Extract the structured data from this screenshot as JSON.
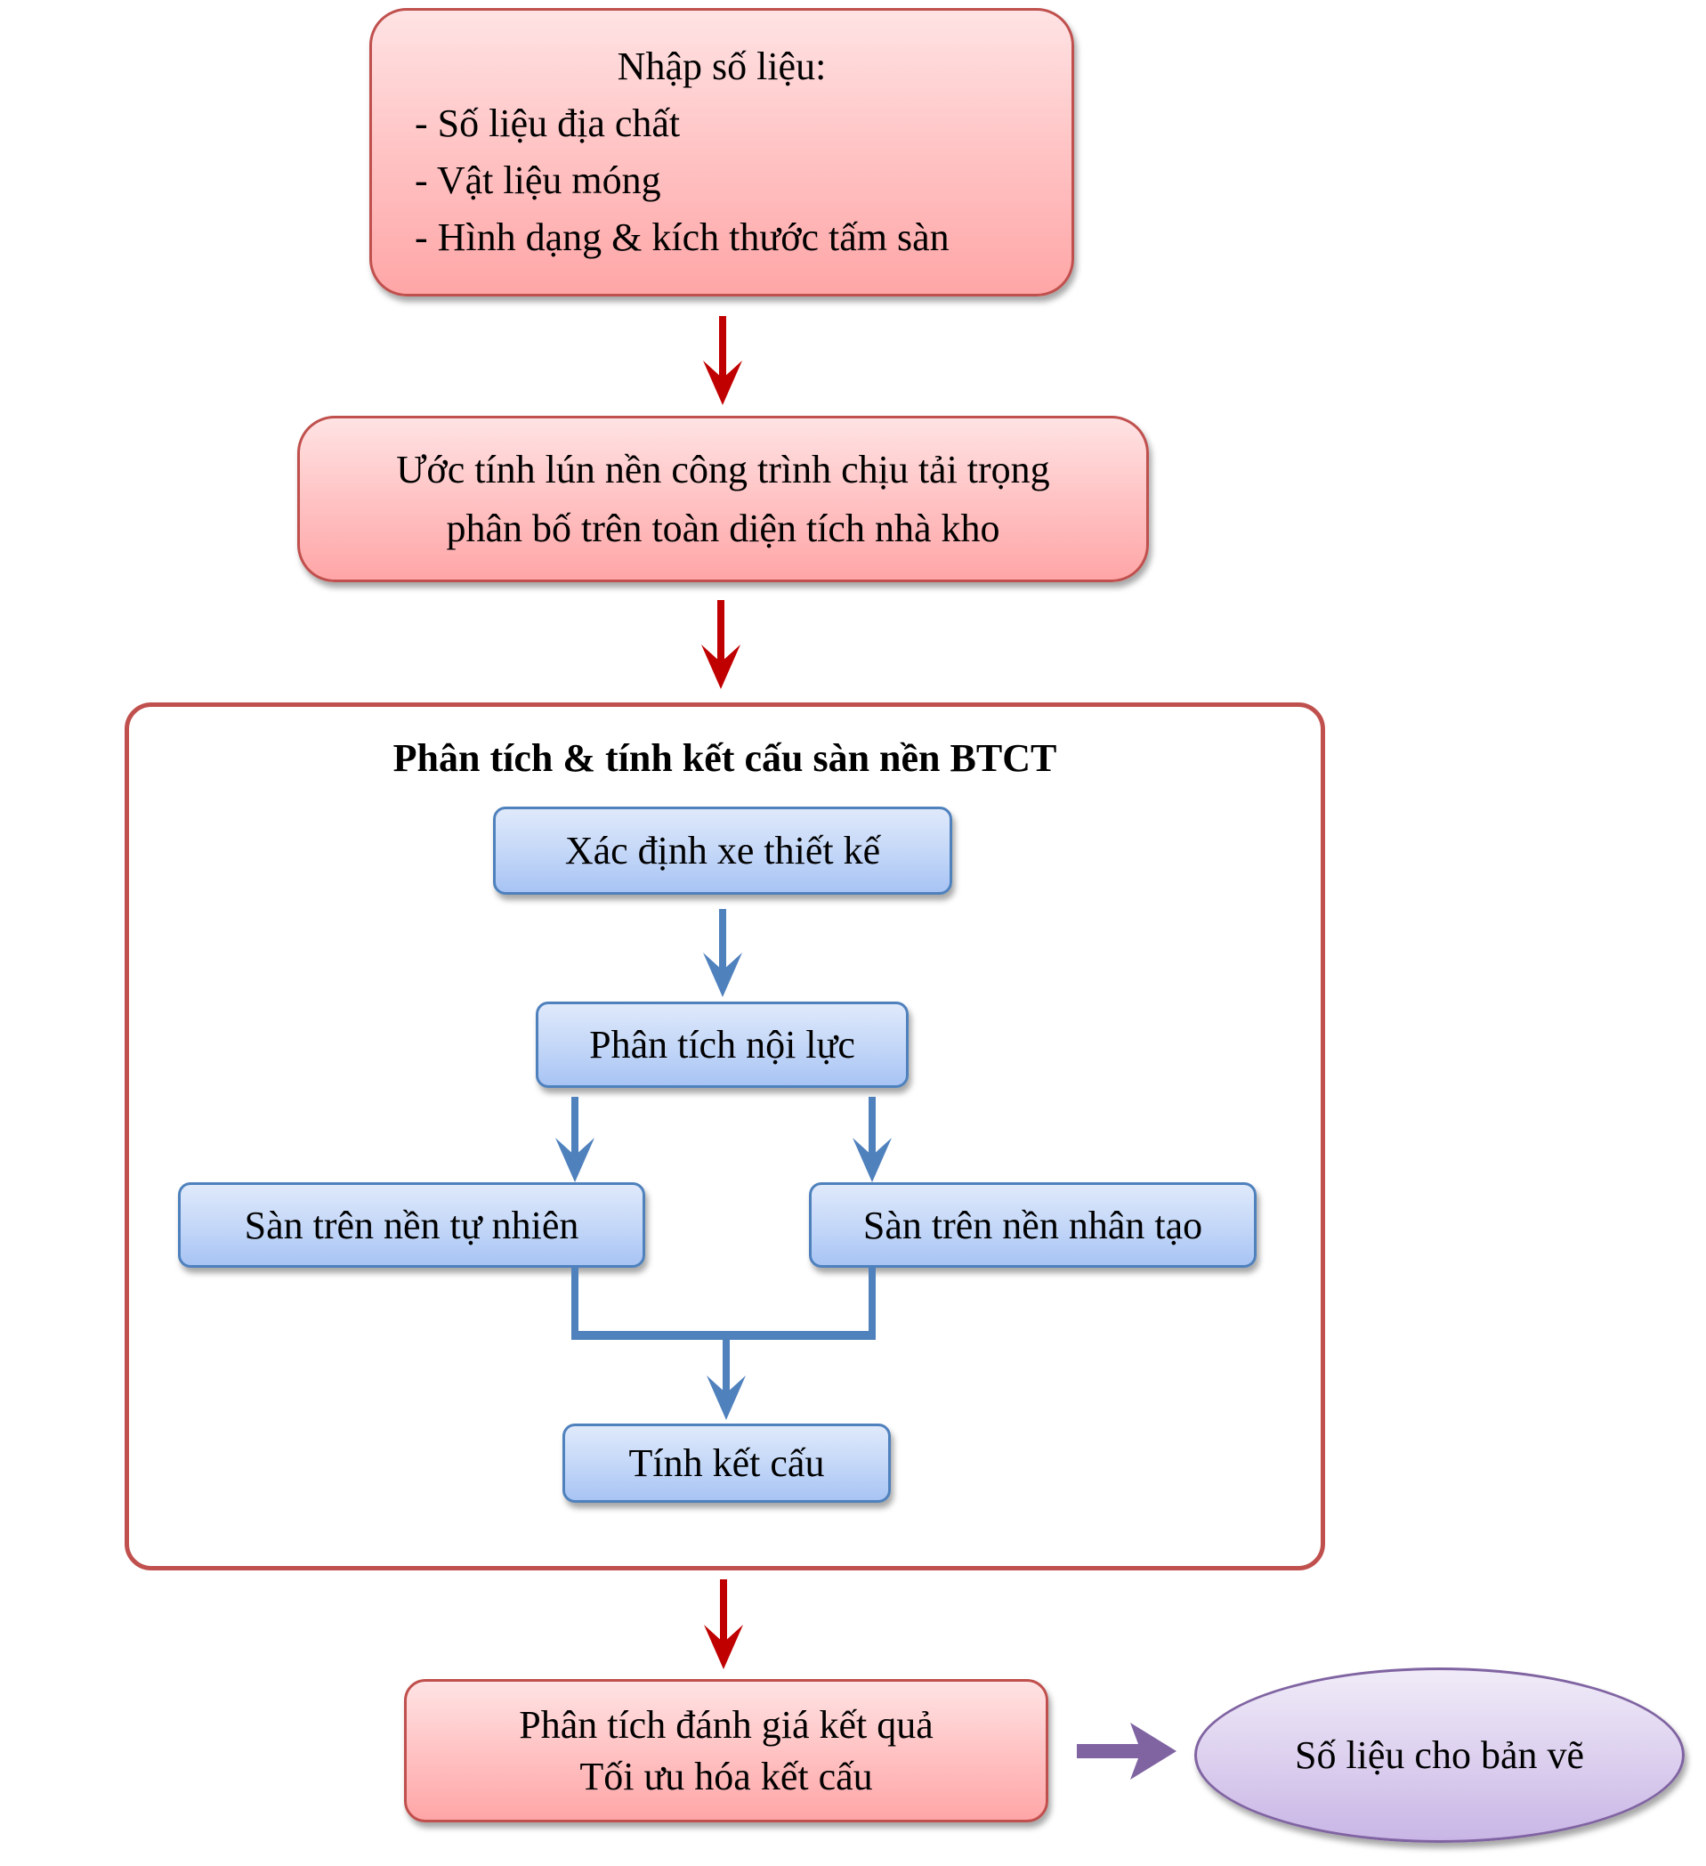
{
  "input_box": {
    "heading": "Nhập số liệu:",
    "items": [
      "- Số liệu địa chất",
      "- Vật liệu móng",
      "- Hình dạng & kích thước tấm sàn"
    ]
  },
  "settlement_box": {
    "line1": "Ước tính lún nền công trình chịu tải trọng",
    "line2": "phân bố trên toàn diện tích nhà kho"
  },
  "analysis_group": {
    "title": "Phân tích & tính kết cấu sàn nền BTCT",
    "design_vehicle": "Xác định xe thiết kế",
    "internal_force": "Phân tích nội lực",
    "natural_ground": "Sàn trên nền tự nhiên",
    "artificial_ground": "Sàn trên nền nhân tạo",
    "structural_calc": "Tính kết cấu"
  },
  "result_box": {
    "line1": "Phân tích đánh giá kết quả",
    "line2": "Tối ưu hóa kết cấu"
  },
  "output_ellipse": {
    "label": "Số liệu cho bản vẽ"
  },
  "colors": {
    "red_arrow": "#c00000",
    "blue_arrow": "#4f81bd",
    "purple_arrow": "#8064a2",
    "red_border": "#c0504d",
    "blue_border": "#4f81bd",
    "purple_border": "#8064a2"
  }
}
